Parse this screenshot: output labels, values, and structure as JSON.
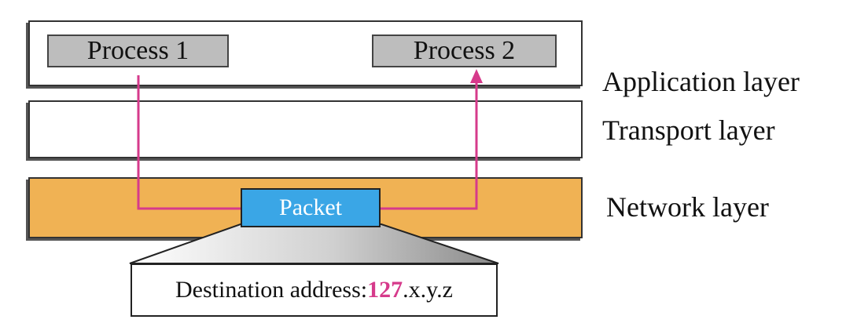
{
  "processes": [
    {
      "label": "Process 1"
    },
    {
      "label": "Process 2"
    }
  ],
  "layers": [
    {
      "label": "Application layer"
    },
    {
      "label": "Transport layer"
    },
    {
      "label": "Network layer"
    }
  ],
  "packet": {
    "label": "Packet",
    "address_prefix": "Destination address:",
    "address_highlight": "127",
    "address_suffix": ".x.y.z"
  },
  "colors": {
    "network_layer": "#f0b254",
    "packet": "#3aa6e6",
    "path": "#d63a8b",
    "process_box": "#bdbdbd"
  }
}
